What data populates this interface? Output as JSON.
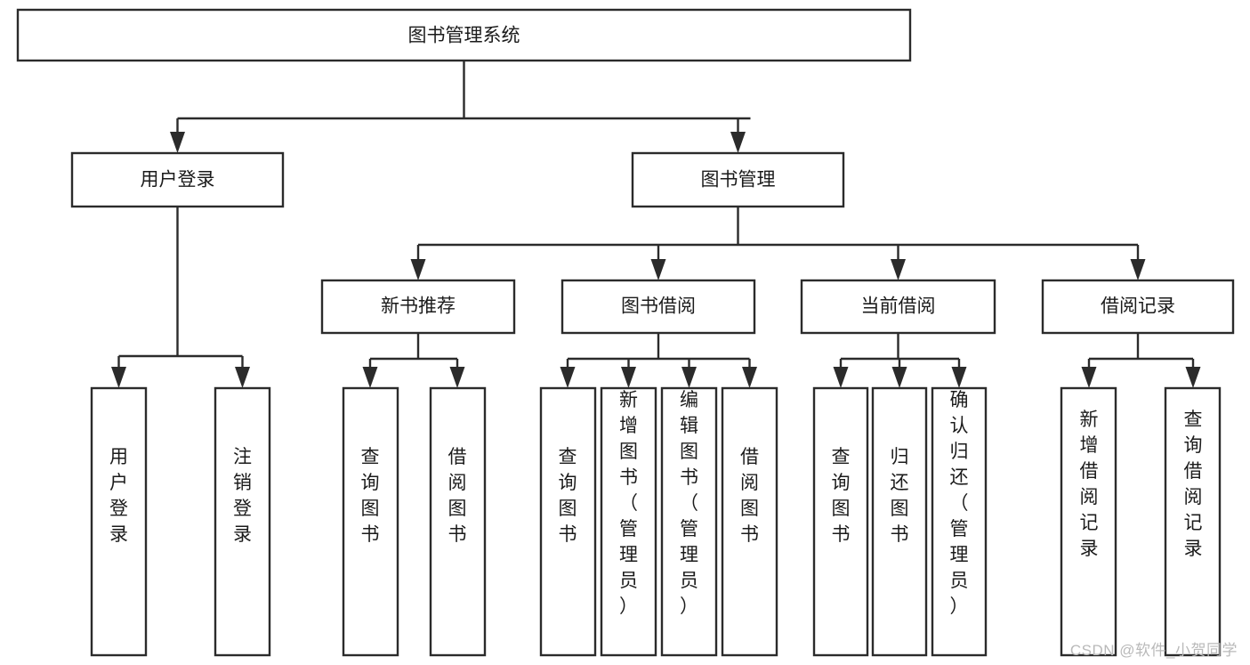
{
  "diagram": {
    "title": "图书管理系统",
    "type": "tree-hierarchy",
    "watermark": "CSDN @软件_小贺同学",
    "colors": {
      "stroke": "#2b2b2b",
      "box_fill": "#ffffff",
      "text": "#1b1b1b",
      "background": "#ffffff",
      "watermark": "#b9b9b9"
    },
    "levels": [
      {
        "level": 1,
        "nodes": [
          {
            "id": "root",
            "label": "图书管理系统",
            "orientation": "horizontal"
          }
        ]
      },
      {
        "level": 2,
        "nodes": [
          {
            "id": "login",
            "label": "用户登录",
            "orientation": "horizontal",
            "parent": "root"
          },
          {
            "id": "bookmgmt",
            "label": "图书管理",
            "orientation": "horizontal",
            "parent": "root"
          }
        ]
      },
      {
        "level": 3,
        "nodes": [
          {
            "id": "newbook",
            "label": "新书推荐",
            "orientation": "horizontal",
            "parent": "bookmgmt"
          },
          {
            "id": "borrow",
            "label": "图书借阅",
            "orientation": "horizontal",
            "parent": "bookmgmt"
          },
          {
            "id": "current",
            "label": "当前借阅",
            "orientation": "horizontal",
            "parent": "bookmgmt"
          },
          {
            "id": "records",
            "label": "借阅记录",
            "orientation": "horizontal",
            "parent": "bookmgmt"
          }
        ]
      },
      {
        "level": 4,
        "nodes": [
          {
            "id": "leaf1",
            "label": "用户登录",
            "orientation": "vertical",
            "parent": "login"
          },
          {
            "id": "leaf2",
            "label": "注销登录",
            "orientation": "vertical",
            "parent": "login"
          },
          {
            "id": "leaf3",
            "label": "查询图书",
            "orientation": "vertical",
            "parent": "newbook"
          },
          {
            "id": "leaf4",
            "label": "借阅图书",
            "orientation": "vertical",
            "parent": "newbook"
          },
          {
            "id": "leaf5",
            "label": "查询图书",
            "orientation": "vertical",
            "parent": "borrow"
          },
          {
            "id": "leaf6",
            "label": "新增图书（管理员）",
            "orientation": "vertical",
            "parent": "borrow"
          },
          {
            "id": "leaf7",
            "label": "编辑图书（管理员）",
            "orientation": "vertical",
            "parent": "borrow"
          },
          {
            "id": "leaf8",
            "label": "借阅图书",
            "orientation": "vertical",
            "parent": "borrow"
          },
          {
            "id": "leaf9",
            "label": "查询图书",
            "orientation": "vertical",
            "parent": "current"
          },
          {
            "id": "leaf10",
            "label": "归还图书",
            "orientation": "vertical",
            "parent": "current"
          },
          {
            "id": "leaf11",
            "label": "确认归还（管理员）",
            "orientation": "vertical",
            "parent": "current"
          },
          {
            "id": "leaf12",
            "label": "新增借阅记录",
            "orientation": "vertical",
            "parent": "records"
          },
          {
            "id": "leaf13",
            "label": "查询借阅记录",
            "orientation": "vertical",
            "parent": "records"
          }
        ]
      }
    ]
  }
}
